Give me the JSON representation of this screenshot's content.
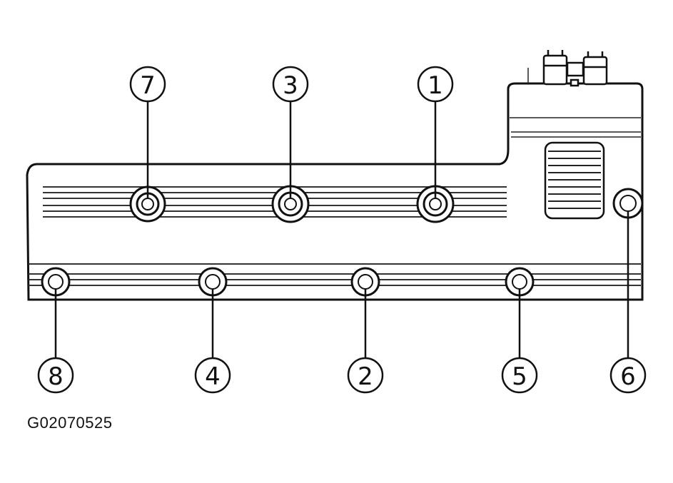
{
  "figure_id": "G02070525",
  "callouts": [
    {
      "label": "1"
    },
    {
      "label": "2"
    },
    {
      "label": "3"
    },
    {
      "label": "4"
    },
    {
      "label": "5"
    },
    {
      "label": "6"
    },
    {
      "label": "7"
    },
    {
      "label": "8"
    }
  ]
}
